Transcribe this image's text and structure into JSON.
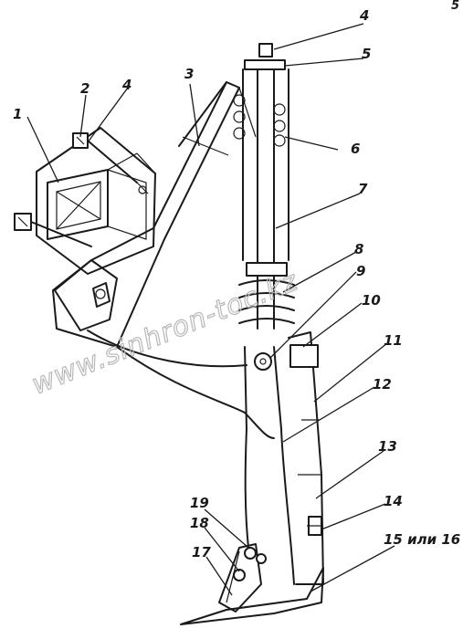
{
  "labels": {
    "l1": "1",
    "l2": "2",
    "l3": "3",
    "l4a": "4",
    "l4b": "4",
    "l5": "5",
    "l6": "6",
    "l7": "7",
    "l8": "8",
    "l9": "9",
    "l10": "10",
    "l11": "11",
    "l12": "12",
    "l13": "13",
    "l14": "14",
    "l15": "15 или 16",
    "l17": "17",
    "l18": "18",
    "l19": "19"
  },
  "watermark": "www.sinhron-toc.kz",
  "corner_mark": "5"
}
